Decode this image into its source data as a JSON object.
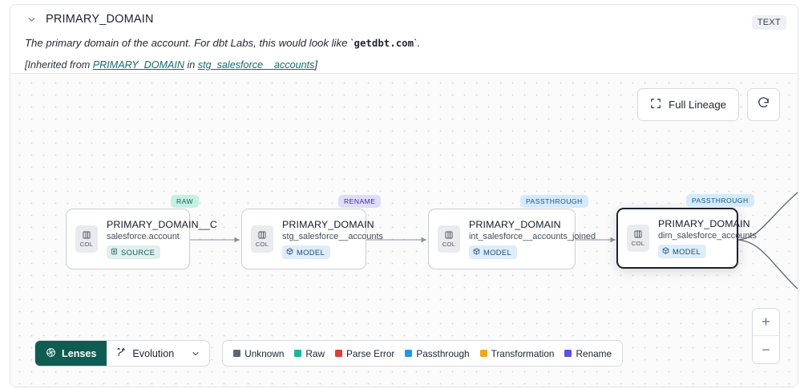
{
  "header": {
    "collapse_icon": "chevron-down-icon",
    "title": "PRIMARY_DOMAIN",
    "type_badge": "TEXT",
    "description_before": "The primary domain of the account. For dbt Labs, this would look like `",
    "description_code": "getdbt.com",
    "description_after": "`.",
    "inherit_prefix": "[Inherited from ",
    "inherit_link_column": "PRIMARY_DOMAIN",
    "inherit_middle": " in ",
    "inherit_link_model": "stg_salesforce__accounts",
    "inherit_suffix": "]"
  },
  "controls": {
    "full_lineage_label": "Full Lineage",
    "full_lineage_icon": "expand-icon",
    "refresh_icon": "refresh-icon",
    "zoom_in_label": "+",
    "zoom_out_label": "−"
  },
  "graph": {
    "nodes": [
      {
        "pill": "RAW",
        "pill_class": "raw",
        "chip_label": "COL",
        "chip_icon": "column-icon",
        "title": "PRIMARY_DOMAIN__C",
        "subtitle": "salesforce.account",
        "type_label": "SOURCE",
        "type_class": "source",
        "type_icon": "database-icon",
        "selected": false
      },
      {
        "pill": "RENAME",
        "pill_class": "rename",
        "chip_label": "COL",
        "chip_icon": "column-icon",
        "title": "PRIMARY_DOMAIN",
        "subtitle": "stg_salesforce__accounts",
        "type_label": "MODEL",
        "type_class": "model",
        "type_icon": "cube-icon",
        "selected": false
      },
      {
        "pill": "PASSTHROUGH",
        "pill_class": "passthrough",
        "chip_label": "COL",
        "chip_icon": "column-icon",
        "title": "PRIMARY_DOMAIN",
        "subtitle": "int_salesforce__accounts_joined",
        "type_label": "MODEL",
        "type_class": "model",
        "type_icon": "cube-icon",
        "selected": false
      },
      {
        "pill": "PASSTHROUGH",
        "pill_class": "passthrough",
        "chip_label": "COL",
        "chip_icon": "column-icon",
        "title": "PRIMARY_DOMAIN",
        "subtitle": "dim_salesforce_accounts",
        "type_label": "MODEL",
        "type_class": "model",
        "type_icon": "cube-icon",
        "selected": true
      }
    ]
  },
  "toolbar": {
    "lenses_label": "Lenses",
    "lenses_icon": "lens-icon",
    "evolution_label": "Evolution",
    "evolution_icon": "evolution-icon",
    "evolution_chevron": "chevron-down-icon"
  },
  "legend": {
    "items": [
      {
        "label": "Unknown",
        "color": "#5d6670"
      },
      {
        "label": "Raw",
        "color": "#16b79a"
      },
      {
        "label": "Parse Error",
        "color": "#e03a3a"
      },
      {
        "label": "Passthrough",
        "color": "#1e9ae0"
      },
      {
        "label": "Transformation",
        "color": "#f0a71b"
      },
      {
        "label": "Rename",
        "color": "#5b4fe8"
      }
    ]
  }
}
